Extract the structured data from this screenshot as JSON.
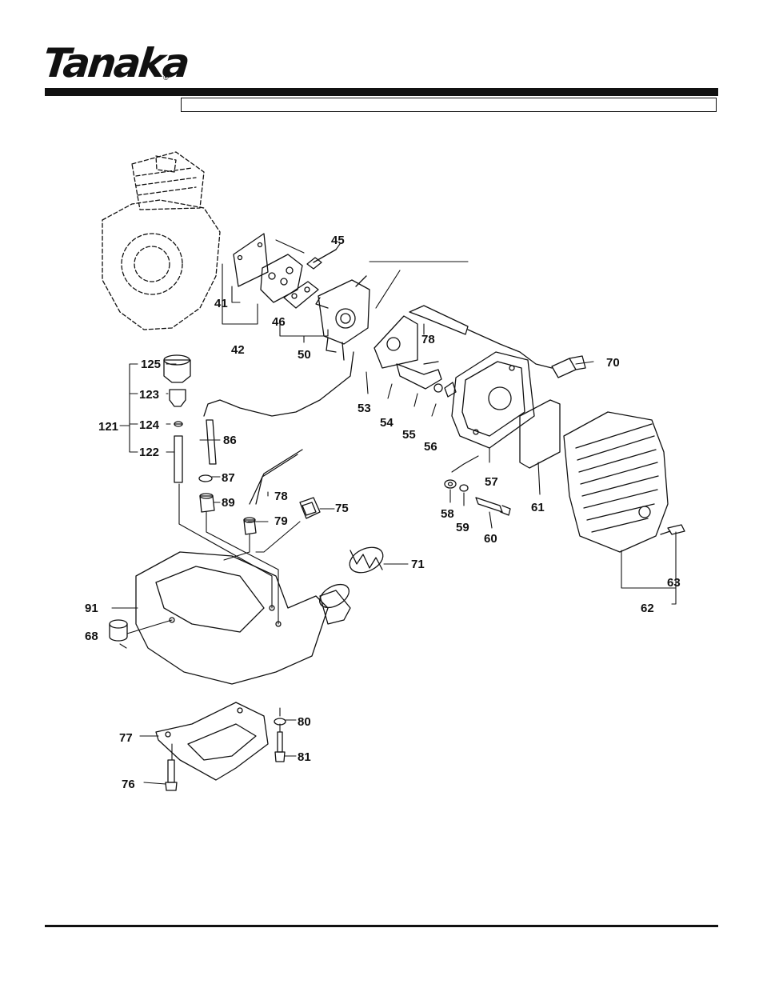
{
  "brand": {
    "name": "Tanaka",
    "registered_mark": "®"
  },
  "header": {
    "title_box_text": ""
  },
  "parts": {
    "p41": "41",
    "p42": "42",
    "p45": "45",
    "p46": "46",
    "p50": "50",
    "p53": "53",
    "p54": "54",
    "p55": "55",
    "p56": "56",
    "p57": "57",
    "p58": "58",
    "p59": "59",
    "p60": "60",
    "p61": "61",
    "p62": "62",
    "p63": "63",
    "p68": "68",
    "p70": "70",
    "p71": "71",
    "p75": "75",
    "p76": "76",
    "p77": "77",
    "p78a": "78",
    "p78b": "78",
    "p79": "79",
    "p80": "80",
    "p81": "81",
    "p86": "86",
    "p87": "87",
    "p89": "89",
    "p91": "91",
    "p121": "121",
    "p122": "122",
    "p123": "123",
    "p124": "124",
    "p125": "125"
  },
  "colors": {
    "ink": "#111111",
    "paper": "#ffffff"
  }
}
